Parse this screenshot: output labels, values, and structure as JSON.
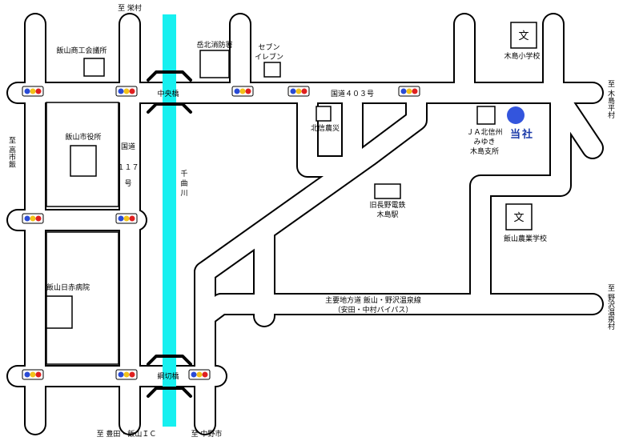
{
  "labels": {
    "to_sakaemura": "至 栄村",
    "to_kijimadaira": "至 木島平村",
    "to_nozawa": "至 野沢温泉村",
    "to_toyota": "至 豊田・飯山ＩＣ",
    "to_nakano": "至 中野市",
    "to_takaichi": "至 高市飯",
    "iiyama_chamber": "飯山商工会議所",
    "fire_station": "岳北消防署",
    "seven_eleven_1": "セブン",
    "seven_eleven_2": "イレブン",
    "school_icon": "文",
    "kijima_elem": "木島小学校",
    "chuo_bridge": "中央橋",
    "route403": "国道４０３号",
    "city_hall": "飯山市役所",
    "hokushin": "北信農災",
    "ja_1": "ＪＡ北信州",
    "ja_2": "みゆき",
    "ja_3": "木島支所",
    "company": "当社",
    "route117_1": "国道",
    "route117_2": "１１７",
    "route117_3": "号",
    "chikuma_1": "千",
    "chikuma_2": "曲",
    "chikuma_3": "川",
    "old_station_1": "旧長野電鉄",
    "old_station_2": "木島駅",
    "agri_school": "飯山農業学校",
    "red_cross": "飯山日赤病院",
    "pref_road_1": "主要地方道 飯山・野沢温泉線",
    "pref_road_2": "（安田・中村バイパス）",
    "amikiri_bridge": "綱切橋"
  },
  "colors": {
    "river": "#17f0f0",
    "company_dot": "#3355dd",
    "signal_blue": "#2a4bd6",
    "signal_yellow": "#f2c21a",
    "signal_red": "#e02020"
  }
}
